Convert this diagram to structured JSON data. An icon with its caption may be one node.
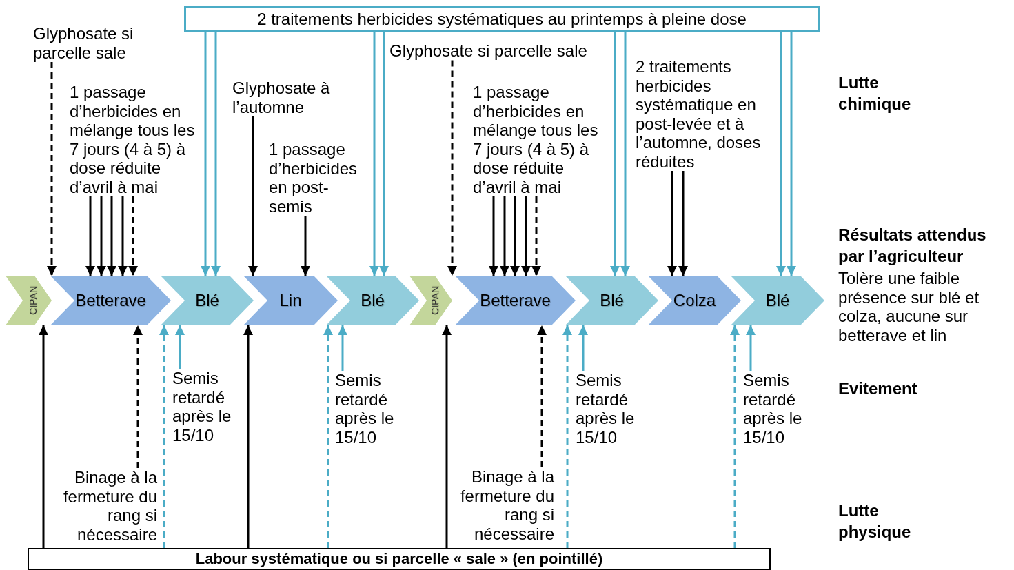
{
  "diagram": {
    "nodes": [
      {
        "text": [
          "2 traitements herbicides systématiques au printemps à pleine dose"
        ]
      },
      {
        "text": [
          "Glyphosate si parcelle sale"
        ]
      },
      {
        "text": [
          "1 passage d’herbicides en mélange tous les 7 jours (4 à 5) à dose réduite d’avril à mai"
        ]
      },
      {
        "text": [
          "Glyphosate à l’automne"
        ]
      },
      {
        "text": [
          "1 passage d’herbicides en post-semis"
        ]
      },
      {
        "text": [
          "Glyphosate si parcelle sale"
        ]
      },
      {
        "text": [
          "1 passage d’herbicides en mélange tous les 7 jours (4 à 5) à dose réduite d’avril à mai"
        ]
      },
      {
        "text": [
          "2 traitements herbicides systématique en post-levée et à l’automne, doses réduites"
        ]
      },
      {
        "text": [
          "CIPAN"
        ]
      },
      {
        "text": [
          "Betterave"
        ]
      },
      {
        "text": [
          "Blé"
        ]
      },
      {
        "text": [
          "Lin"
        ]
      },
      {
        "text": [
          "Blé"
        ]
      },
      {
        "text": [
          "CIPAN"
        ]
      },
      {
        "text": [
          "Betterave"
        ]
      },
      {
        "text": [
          "Blé"
        ]
      },
      {
        "text": [
          "Colza"
        ]
      },
      {
        "text": [
          "Blé"
        ]
      },
      {
        "text": [
          "Semis retardé après le 15/10"
        ]
      },
      {
        "text": [
          "Semis retardé après le 15/10"
        ]
      },
      {
        "text": [
          "Semis retardé après le 15/10"
        ]
      },
      {
        "text": [
          "Semis retardé après le 15/10"
        ]
      },
      {
        "text": [
          "Binage à la fermeture du rang si nécessaire"
        ]
      },
      {
        "text": [
          "Binage à la fermeture du rang si nécessaire"
        ]
      },
      {
        "text": [
          "Labour systématique ou si parcelle « sale » (en pointillé)"
        ]
      }
    ],
    "edges": [
      {
        "from": 0,
        "to": 10,
        "arrow": "to",
        "color": "#4bacc6"
      },
      {
        "from": 0,
        "to": 10,
        "arrow": "to",
        "color": "#4bacc6"
      },
      {
        "from": 0,
        "to": 12,
        "arrow": "to",
        "color": "#4bacc6"
      },
      {
        "from": 0,
        "to": 12,
        "arrow": "to",
        "color": "#4bacc6"
      },
      {
        "from": 0,
        "to": 15,
        "arrow": "to",
        "color": "#4bacc6"
      },
      {
        "from": 0,
        "to": 15,
        "arrow": "to",
        "color": "#4bacc6"
      },
      {
        "from": 0,
        "to": 17,
        "arrow": "to",
        "color": "#4bacc6"
      },
      {
        "from": 0,
        "to": 17,
        "arrow": "to",
        "color": "#4bacc6"
      },
      {
        "from": 1,
        "to": 9,
        "arrow": "to",
        "style": "dashed"
      },
      {
        "from": 2,
        "to": 9,
        "arrow": "to"
      },
      {
        "from": 2,
        "to": 9,
        "arrow": "to"
      },
      {
        "from": 2,
        "to": 9,
        "arrow": "to"
      },
      {
        "from": 2,
        "to": 9,
        "arrow": "to"
      },
      {
        "from": 2,
        "to": 9,
        "arrow": "to",
        "style": "dashed"
      },
      {
        "from": 3,
        "to": 11,
        "arrow": "to"
      },
      {
        "from": 4,
        "to": 11,
        "arrow": "to"
      },
      {
        "from": 5,
        "to": 14,
        "arrow": "to",
        "style": "dashed"
      },
      {
        "from": 6,
        "to": 14,
        "arrow": "to"
      },
      {
        "from": 6,
        "to": 14,
        "arrow": "to"
      },
      {
        "from": 6,
        "to": 14,
        "arrow": "to"
      },
      {
        "from": 6,
        "to": 14,
        "arrow": "to"
      },
      {
        "from": 6,
        "to": 14,
        "arrow": "to",
        "style": "dashed"
      },
      {
        "from": 7,
        "to": 16,
        "arrow": "to"
      },
      {
        "from": 7,
        "to": 16,
        "arrow": "to"
      },
      {
        "from": 24,
        "to": 8,
        "arrow": "to"
      },
      {
        "from": 24,
        "to": 10,
        "arrow": "to",
        "style": "dashed",
        "color": "#4bacc6"
      },
      {
        "from": 22,
        "to": 9,
        "arrow": "to",
        "style": "dashed"
      },
      {
        "from": 18,
        "to": 10,
        "arrow": "to",
        "color": "#4bacc6"
      },
      {
        "from": 24,
        "to": 11,
        "arrow": "to"
      },
      {
        "from": 24,
        "to": 12,
        "arrow": "to",
        "style": "dashed",
        "color": "#4bacc6"
      },
      {
        "from": 19,
        "to": 12,
        "arrow": "to",
        "color": "#4bacc6"
      },
      {
        "from": 24,
        "to": 13,
        "arrow": "to"
      },
      {
        "from": 23,
        "to": 14,
        "arrow": "to",
        "style": "dashed"
      },
      {
        "from": 24,
        "to": 15,
        "arrow": "to",
        "style": "dashed",
        "color": "#4bacc6"
      },
      {
        "from": 20,
        "to": 15,
        "arrow": "to",
        "color": "#4bacc6"
      },
      {
        "from": 24,
        "to": 17,
        "arrow": "to",
        "style": "dashed",
        "color": "#4bacc6"
      },
      {
        "from": 21,
        "to": 17,
        "arrow": "to",
        "color": "#4bacc6"
      }
    ],
    "labels": [
      "Lutte chimique",
      "Résultats attendus par l’agriculteur",
      "Tolère une faible présence sur blé et colza, aucune sur betterave et lin",
      "Evitement",
      "Lutte physique"
    ]
  }
}
